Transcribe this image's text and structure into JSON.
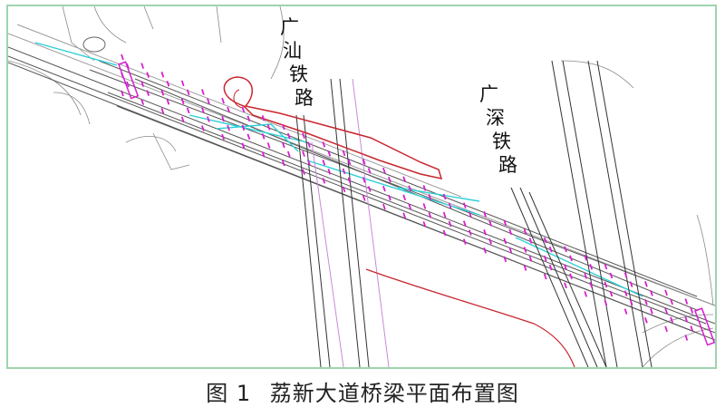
{
  "figure": {
    "number": "图 1",
    "title": "荔新大道桥梁平面布置图"
  },
  "railway_labels": [
    {
      "id": "guangshan",
      "chars": [
        "广",
        "汕",
        "铁",
        "路"
      ]
    },
    {
      "id": "guangshen",
      "chars": [
        "广",
        "深",
        "铁",
        "路"
      ]
    }
  ],
  "colors": {
    "frame_border": "#9fd4ae",
    "road_lines": "#555555",
    "rail_lines": "#333333",
    "bridge_piers": "#d61fd0",
    "accent_cyan": "#2fd0d8",
    "ramp_red": "#c8262e",
    "caption_text": "#222222"
  }
}
